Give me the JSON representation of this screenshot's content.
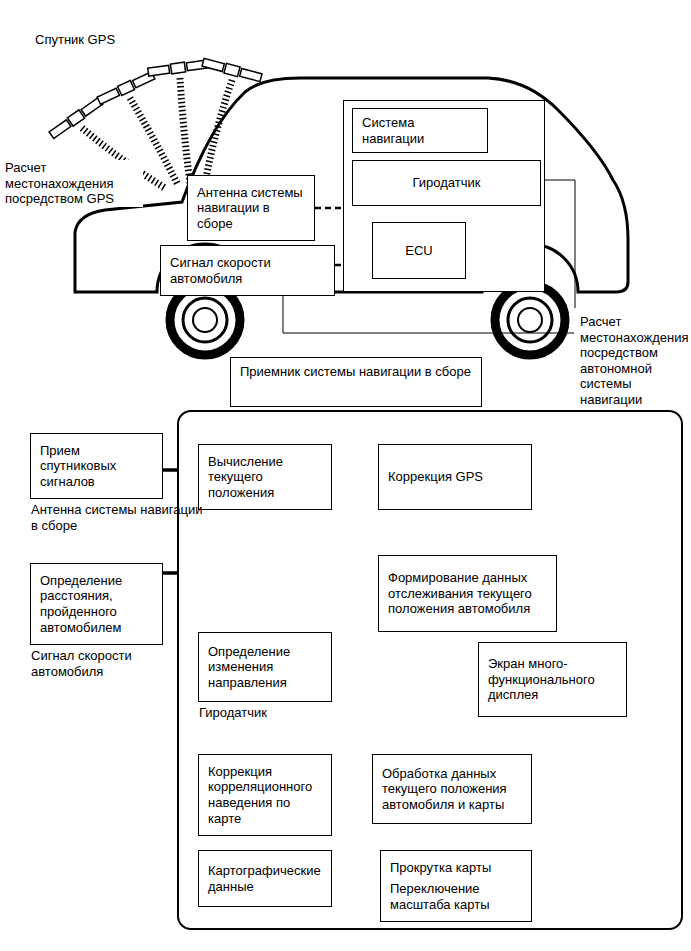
{
  "diagram": {
    "nodes": [
      {
        "text": [
          "Система навигации"
        ]
      },
      {
        "text": [
          "Гиродатчик"
        ],
        "in": 0
      },
      {
        "text": [
          "ECU"
        ],
        "in": 0
      },
      {
        "text": [
          "Антенна системы навигации в сборе"
        ]
      },
      {
        "text": [
          "Сигнал скорости автомобиля"
        ]
      },
      {
        "text": [
          "Приемник системы навигации в сборе"
        ]
      },
      {
        "text": [
          "Прием спутниковых сигналов",
          "Антенна системы навигации в сборе"
        ]
      },
      {
        "text": [
          "Вычисление текущего положения"
        ],
        "in": 5
      },
      {
        "text": [
          "Коррекция GPS"
        ],
        "in": 5
      },
      {
        "text": [
          "Определение расстояния, пройденного автомобилем",
          "Сигнал скорости автомобиля"
        ]
      },
      {
        "text": [
          "Формирование данных отслеживания текущего положения автомобиля"
        ],
        "in": 5
      },
      {
        "text": [
          "Определение изменения направления",
          "Гиродатчик"
        ],
        "in": 5
      },
      {
        "text": [
          "Экран много-функционального дисплея"
        ],
        "in": 5
      },
      {
        "text": [
          "Коррекция корреляционного наведения по карте"
        ],
        "in": 5
      },
      {
        "text": [
          "Обработка данных текущего положения автомобиля и карты"
        ],
        "in": 5
      },
      {
        "text": [
          "Картографические данные"
        ],
        "in": 5
      },
      {
        "text": [
          "Прокрутка карты",
          "Переключение масштаба карты"
        ],
        "in": 5
      }
    ],
    "edges": [
      {
        "from": 1,
        "to": 2,
        "arrow": "to"
      },
      {
        "from": 3,
        "to": 2,
        "arrow": "to"
      },
      {
        "from": 4,
        "to": 2,
        "arrow": "to"
      },
      {
        "from": 6,
        "to": 7,
        "arrow": "to"
      },
      {
        "from": 7,
        "to": 8,
        "arrow": "to"
      },
      {
        "from": 8,
        "to": 10,
        "arrow": "to"
      },
      {
        "from": 9,
        "to": 10,
        "arrow": "to"
      },
      {
        "from": 11,
        "to": 10,
        "arrow": "to"
      },
      {
        "from": 13,
        "to": 10,
        "arrow": "to"
      },
      {
        "from": 10,
        "to": 14,
        "arrow": "to"
      },
      {
        "from": 14,
        "to": 12,
        "arrow": "to"
      },
      {
        "from": 15,
        "to": 13,
        "arrow": "to"
      },
      {
        "from": 15,
        "to": 16,
        "arrow": "to"
      },
      {
        "from": 16,
        "to": 14,
        "arrow": "to"
      }
    ],
    "labels": [
      "Спутник GPS",
      "Расчет местонахождения посредством GPS",
      "Расчет местонахождения посредством автономной системы навигации"
    ]
  }
}
